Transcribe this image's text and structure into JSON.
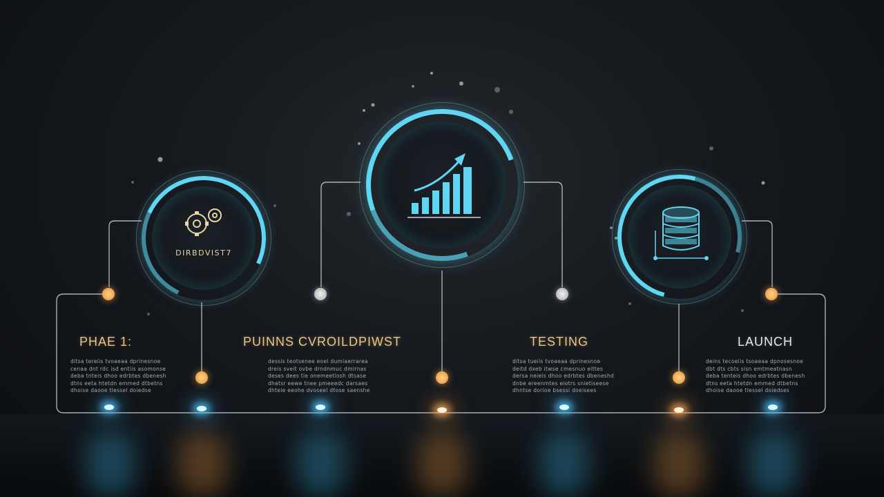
{
  "colors": {
    "background": "#15191d",
    "cyan": "#5fd6f2",
    "amber": "#f2a64e",
    "line": "#c9c9c9",
    "title": "#e9c58a"
  },
  "nodes": [
    {
      "id": "phase1",
      "title": "PHAE 1:",
      "disc_label": "DIRBDVIST7",
      "icon": "gear-gears-icon",
      "connector_dot": "amber",
      "desc_lines": [
        "ditsa tereiis tvoaeaa dprinesnoe",
        "cenaa dnt rdc isd entiis asomonse",
        "deba tnteis dhoo edrbtes dbenesh",
        "dtns eeta htetdn emmed dtbetns",
        "dhoise daooe tlessel doiedse"
      ]
    },
    {
      "id": "planning",
      "title": "PUINNS CVROILDPIWST",
      "icon": "growth-chart-icon",
      "connector_dot": "grey",
      "desc_lines": [
        "dessis teotsenee eoel dumiaerrarea",
        "dreis sveit ovbe drndnmuc dmirnas",
        "deses dees tie onemeetiosh dtsase",
        "dhetsr eewe tnee pmeeedc darsaes",
        "dhteie eeohe dvoseel dtose saenshe"
      ]
    },
    {
      "id": "testing",
      "title": "TESTING",
      "icon": "chart-icon",
      "connector_dot": "grey",
      "desc_lines": [
        "ditsa tueiis tvoaeaa dprinesnoe",
        "deitd dxeb itwse cmesnuo eittes",
        "dersa neieis dhoo edrbtes dbeneshd",
        "dnbe ereenmtes eiotrs snietiseese",
        "dhntse dorioe bsessi doeisees"
      ]
    },
    {
      "id": "launch",
      "title": "LAUNCH",
      "icon": "database-icon",
      "connector_dot": "amber",
      "desc_lines": [
        "deins tecoeiis tsoaeaa dpnosesnoe",
        "dbt dts cbts sisn emtmeatnasn",
        "deba tenteis dhoo edrbtes dbenesh",
        "dtns eeta htetdn emmed dtbetns",
        "dhoise daooe tlessel doiedses"
      ]
    }
  ]
}
